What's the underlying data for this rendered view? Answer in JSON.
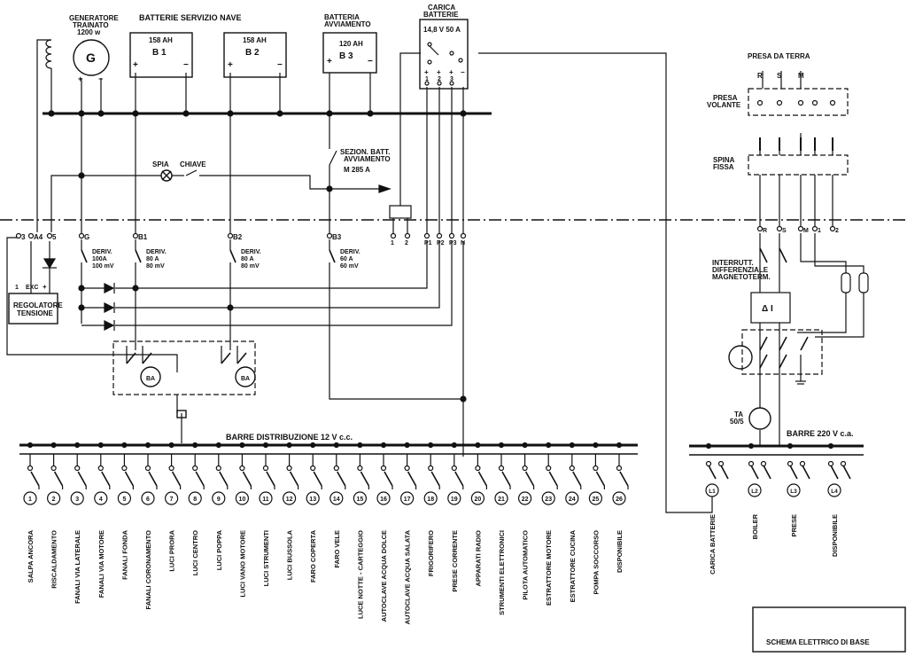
{
  "labels": {
    "generator": [
      "GENERATORE",
      "TRAINATO",
      "1200 w"
    ],
    "generator_symbol": "G",
    "house_batteries": "BATTERIE  SERVIZIO  NAVE",
    "b1_rating": "158 AH",
    "b1_name": "B 1",
    "b2_rating": "158 AH",
    "b2_name": "B 2",
    "starting_battery": [
      "BATTERIA",
      "AVVIAMENTO"
    ],
    "b3_rating": "120 AH",
    "b3_name": "B 3",
    "charger": [
      "CARICA",
      "BATTERIE"
    ],
    "charger_rating": "14,8 V 50 A",
    "spia": "SPIA",
    "chiave": "CHIAVE",
    "sezion": [
      "SEZION. BATT.",
      "AVVIAMENTO",
      "M  285 A"
    ],
    "regulator": [
      "REGOLATORE",
      "TENSIONE"
    ],
    "exc": "EXC",
    "dist_bus": "BARRE  DISTRIBUZIONE   12 V  c.c.",
    "presa_da_terra": "PRESA  DA  TERRA",
    "presa_volante": [
      "PRESA",
      "VOLANTE"
    ],
    "spina_fissa": [
      "SPINA",
      "FISSA"
    ],
    "interrutt": [
      "INTERRUTT.",
      "DIFFERENZIALE",
      "MAGNETOTERM."
    ],
    "delta_i": "Δ I",
    "ta": [
      "TA",
      "50/5"
    ],
    "ac_bus": "BARRE      220 V  c.a.",
    "title_block": "SCHEMA  ELETTRICO  DI  BASE",
    "meter": "BA"
  },
  "terminals": {
    "left": [
      "3",
      "A4",
      "5",
      "G",
      "B1",
      "B2",
      "B3"
    ],
    "exc_pins": [
      "1",
      "+"
    ],
    "plus": "+",
    "minus": "−",
    "charger_pins": [
      "1",
      "2",
      "3",
      "1",
      "2",
      "P1",
      "P2",
      "P3",
      "N"
    ],
    "ac_phase": [
      "R",
      "S",
      "M"
    ],
    "ac_terms": [
      "R",
      "S",
      "M",
      "1",
      "2"
    ]
  },
  "derivs": [
    {
      "name": "DERIV.",
      "rating": "100A",
      "shunt": "100 mV"
    },
    {
      "name": "DERIV.",
      "rating": "80 A",
      "shunt": "80 mV"
    },
    {
      "name": "DERIV.",
      "rating": "80 A",
      "shunt": "80 mV"
    },
    {
      "name": "DERIV.",
      "rating": "60 A",
      "shunt": "60 mV"
    }
  ],
  "circuits": [
    {
      "num": "1",
      "label": "SALPA  ANCORA"
    },
    {
      "num": "2",
      "label": "RISCALDAMENTO"
    },
    {
      "num": "3",
      "label": "FANALI  VIA  LATERALE"
    },
    {
      "num": "4",
      "label": "FANALI  VIA  MOTORE"
    },
    {
      "num": "5",
      "label": "FANALI  FONDA"
    },
    {
      "num": "6",
      "label": "FANALI  CORONAMENTO"
    },
    {
      "num": "7",
      "label": "LUCI  PRORA"
    },
    {
      "num": "8",
      "label": "LUCI  CENTRO"
    },
    {
      "num": "9",
      "label": "LUCI  POPPA"
    },
    {
      "num": "10",
      "label": "LUCI  VANO  MOTORE"
    },
    {
      "num": "11",
      "label": "LUCI  STRUMENTI"
    },
    {
      "num": "12",
      "label": "LUCI  BUSSOLA"
    },
    {
      "num": "13",
      "label": "FARO  COPERTA"
    },
    {
      "num": "14",
      "label": "FARO  VELE"
    },
    {
      "num": "15",
      "label": "LUCE  NOTTE - CARTEGGIO"
    },
    {
      "num": "16",
      "label": "AUTOCLAVE  ACQUA  DOLCE"
    },
    {
      "num": "17",
      "label": "AUTOCLAVE  ACQUA  SALATA"
    },
    {
      "num": "18",
      "label": "FRIGORIFERO"
    },
    {
      "num": "19",
      "label": "PRESE  CORRENTE"
    },
    {
      "num": "20",
      "label": "APPARATI  RADIO"
    },
    {
      "num": "21",
      "label": "STRUMENTI  ELETTRONICI"
    },
    {
      "num": "22",
      "label": "PILOTA  AUTOMATICO"
    },
    {
      "num": "23",
      "label": "ESTRATTORE  MOTORE"
    },
    {
      "num": "24",
      "label": "ESTRATTORE  CUCINA"
    },
    {
      "num": "25",
      "label": "POMPA  SOCCORSO"
    },
    {
      "num": "26",
      "label": "DISPONIBILE"
    }
  ],
  "ac_circuits": [
    {
      "num": "L1",
      "label": "CARICA  BATTERIE"
    },
    {
      "num": "L2",
      "label": "BOILER"
    },
    {
      "num": "L3",
      "label": "PRESE"
    },
    {
      "num": "L4",
      "label": "DISPONIBILE"
    }
  ]
}
